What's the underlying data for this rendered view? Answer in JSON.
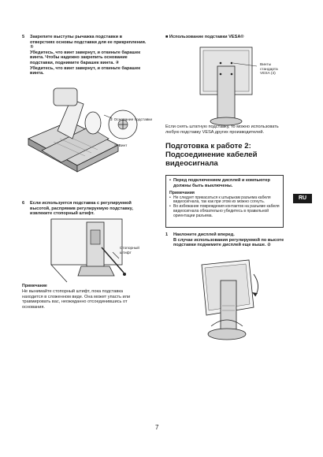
{
  "step5": {
    "num": "5",
    "text": "Закрепите выступы рычажка подставки в отверстиях основы подставки для ее прикрепления. ①\nУбедитесь, что винт завернут, и откиньте барашек винта. Чтобы надежно закрепить основание подставки, поднимите барашек винта. ②\nУбедитесь, что винт завернут, и откиньте барашек винта."
  },
  "fig1": {
    "label_base": "① Основание подставки",
    "label_screw": "② Винт"
  },
  "step6": {
    "num": "6",
    "text": "Если используется подставка с регулируемой высотой, распрямив регулируемую подставку, извлеките стопорный штифт."
  },
  "fig2": {
    "label_pin": "Стопорный\nштифт"
  },
  "note_left": {
    "title": "Примечание",
    "text": "Не вынимайте стопорный штифт, пока подставка находится в сложенном виде. Она может упасть или травмировать вас, неожиданно отсоединившись от основания."
  },
  "vesa": {
    "title": "■ Использование подставки VESA®",
    "label_screws": "Винты\nстандарта\nVESA (4)",
    "text": "Если снять штатную подставку, то можно использовать любую подставку VESA других производителей."
  },
  "section": {
    "title": "Подготовка к работе 2:\nПодсоединение кабелей\nвидеосигнала"
  },
  "warn_box": {
    "bullet": "Перед подключением дисплей и компьютер должны быть выключены.",
    "note_title": "Примечания",
    "notes": [
      "Не следует прикасаться к штырькам разъема кабеля видеосигнала, так как при этом их можно согнуть.",
      "Во избежание повреждения контактов на разъеме кабеля видеосигнала обязательно убедитесь в правильной ориентации разъема."
    ]
  },
  "step1": {
    "num": "1",
    "text": "Наклоните дисплей вперед.\nВ случае использования регулируемой по высоте подставки поднимите дисплей еще выше. ⊘"
  },
  "lang_tab": "RU",
  "page_number": "7"
}
